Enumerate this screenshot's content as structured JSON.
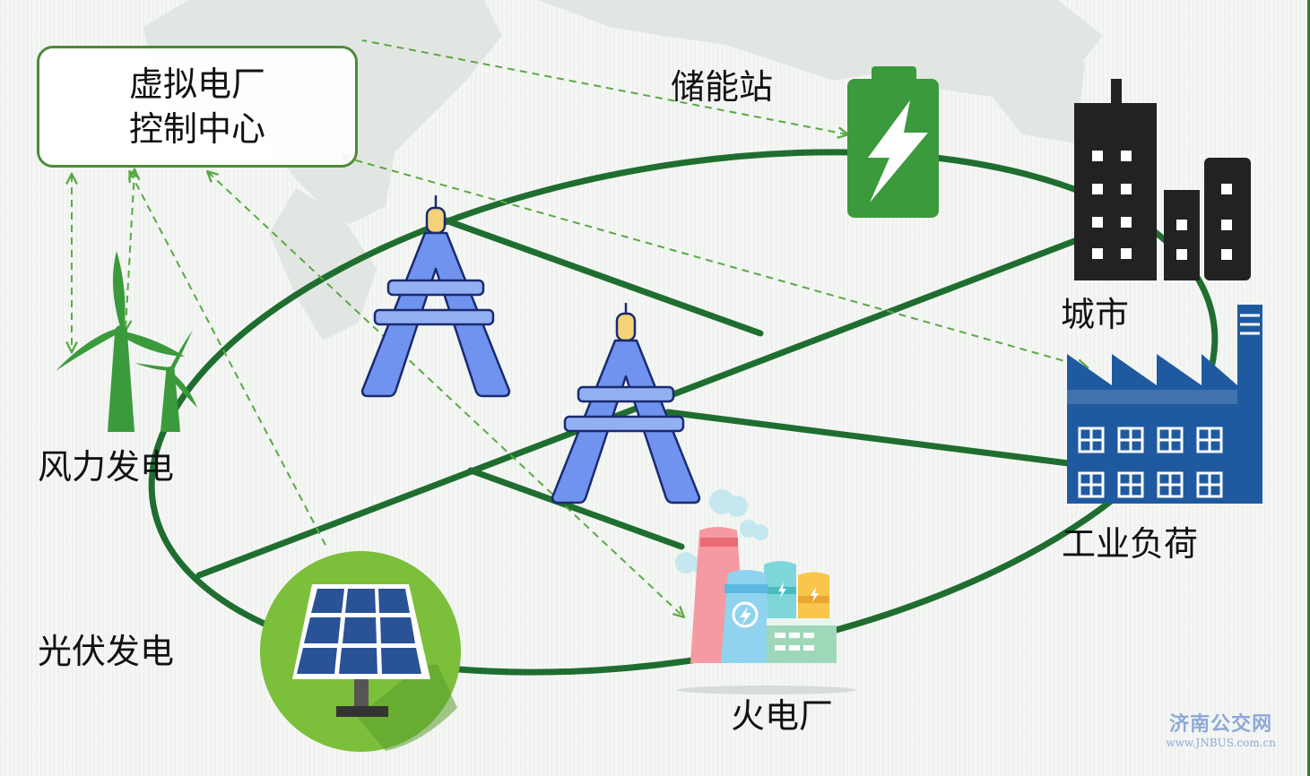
{
  "control_center": {
    "line1": "虚拟电厂",
    "line2": "控制中心"
  },
  "nodes": {
    "storage": "储能站",
    "city": "城市",
    "industrial": "工业负荷",
    "wind": "风力发电",
    "solar": "光伏发电",
    "thermal": "火电厂"
  },
  "watermark": {
    "name": "济南公交网",
    "domain": "www.JNBUS.com.cn"
  },
  "icons": [
    "battery-icon",
    "city-buildings-icon",
    "factory-icon",
    "wind-turbine-icon",
    "solar-panel-icon",
    "power-plant-icon",
    "transmission-tower-icon"
  ],
  "colors": {
    "grid_line": "#1f6e30",
    "dashed_link": "#5aa845",
    "battery": "#3a9a3c",
    "tower": "#6f93ee",
    "factory": "#1f5aa0",
    "buildings": "#222222",
    "solar_disc": "#7bbf3a"
  }
}
